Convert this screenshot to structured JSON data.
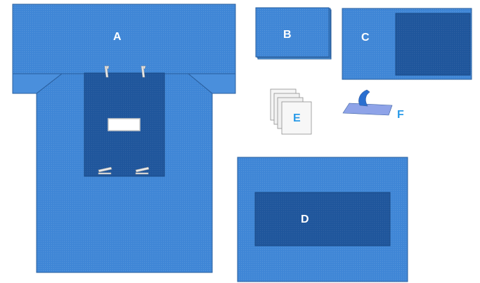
{
  "labels": {
    "a": "A",
    "b": "B",
    "c": "C",
    "d": "D",
    "e": "E",
    "f": "F"
  },
  "colors": {
    "drape_blue": "#3f86d6",
    "drape_dark_blue": "#1f569c",
    "label_white": "#ffffff",
    "label_light_blue": "#2a9be8"
  }
}
